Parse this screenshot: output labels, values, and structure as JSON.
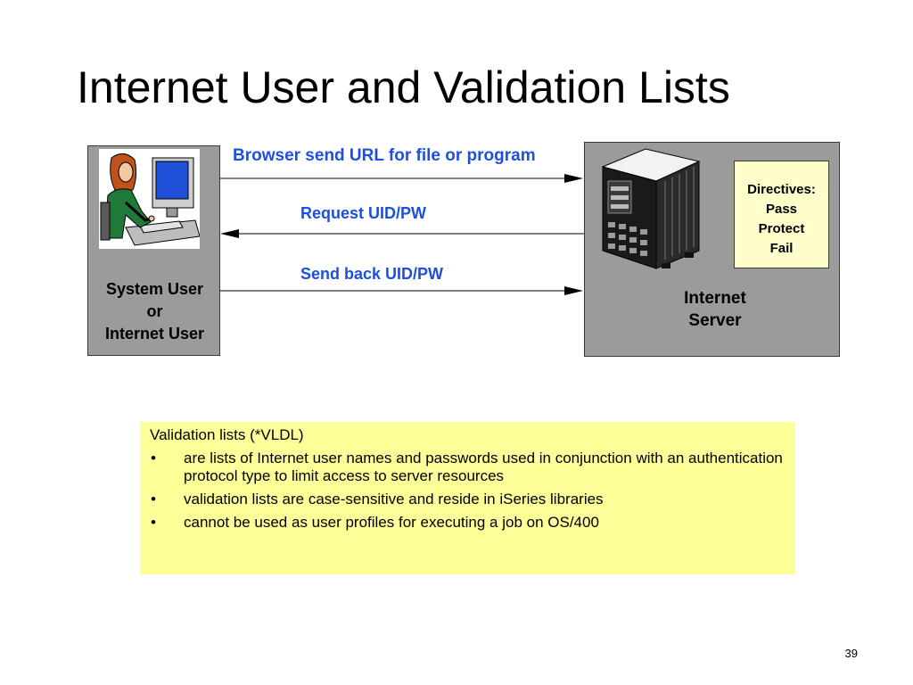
{
  "slide": {
    "title": "Internet User and Validation Lists",
    "page_number": "39"
  },
  "diagram": {
    "client": {
      "label_lines": [
        "System User",
        "or",
        "Internet User"
      ],
      "icon": "person-at-computer-icon"
    },
    "server": {
      "label_lines": [
        "Internet",
        "Server"
      ],
      "icon": "server-tower-icon",
      "directives": [
        "Directives:",
        "Pass",
        "Protect",
        "Fail"
      ]
    },
    "flows": [
      {
        "label": "Browser send URL for file or program",
        "direction": "to-server"
      },
      {
        "label": "Request UID/PW",
        "direction": "to-client"
      },
      {
        "label": "Send back UID/PW",
        "direction": "to-server"
      }
    ],
    "colors": {
      "box_fill": "#9b9b9b",
      "directives_fill": "#ffffcc",
      "flow_label": "#1d4fe0"
    }
  },
  "notes": {
    "heading": "Validation lists (*VLDL)",
    "bullet_glyph": "•",
    "bullets": [
      "are lists of Internet user names and passwords used in conjunction with an authentication protocol type to limit access to server resources",
      "validation lists are case-sensitive and reside in iSeries libraries",
      "cannot be used as user profiles for executing a job on OS/400"
    ],
    "background": "#ffff99"
  }
}
